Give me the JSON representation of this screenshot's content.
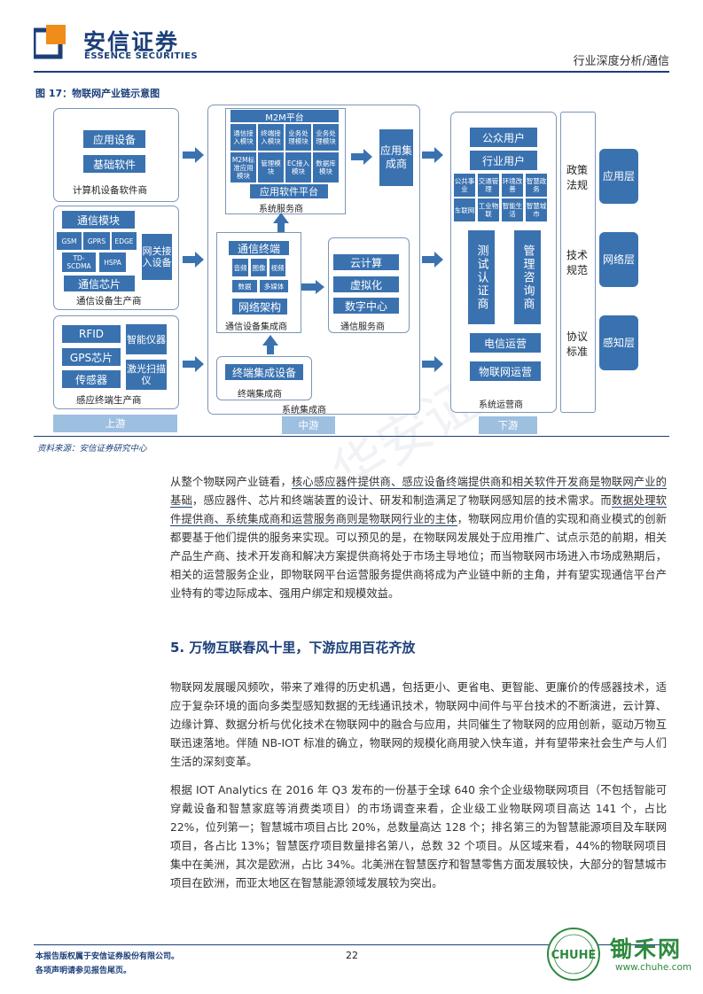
{
  "header": {
    "logo_cn": "安信证券",
    "logo_en": "ESSENCE SECURITIES",
    "category": "行业深度分析/通信"
  },
  "figure": {
    "title": "图 17：物联网产业链示意图",
    "source": "资料来源：安信证券研究中心",
    "upstream": {
      "software_items": [
        "应用设备",
        "基础软件"
      ],
      "software_caption": "计算机设备软件商",
      "comm_module": "通信模块",
      "comm_protocols": [
        "GSM",
        "GPRS",
        "EDGE",
        "TD-SCDMA",
        "HSPA"
      ],
      "comm_chip": "通信芯片",
      "gateway": "网关接入设备",
      "comm_caption": "通信设备生产商",
      "sensing_items": [
        "RFID",
        "GPS芯片",
        "传感器",
        "智能仪器",
        "激光扫描仪"
      ],
      "sensing_caption": "感应终端生产商",
      "stage": "上游"
    },
    "midstream": {
      "m2m_title": "M2M平台",
      "m2m_cells": [
        "通信接入模块",
        "终端接入模块",
        "业务处理模块",
        "业务处理模块",
        "M2M标准应用模块",
        "管理模块",
        "EC接入模块",
        "数据库模块"
      ],
      "app_platform": "应用软件平台",
      "system_service_caption": "系统服务商",
      "app_integration": "应用集成商",
      "comm_terminal": "通信终端",
      "terminal_cells": [
        "音频",
        "图像",
        "视频",
        "数据",
        "多媒体"
      ],
      "network_arch": "网络架构",
      "comm_equip_caption": "通信设备集成商",
      "cloud_items": [
        "云计算",
        "虚拟化",
        "数字中心"
      ],
      "comm_service_caption": "通信服务商",
      "terminal_integration": "终端集成设备",
      "terminal_caption": "终端集成商",
      "system_integration_caption": "系统集成商",
      "stage": "中游"
    },
    "downstream": {
      "public_users": "公众用户",
      "industry_users": "行业用户",
      "industry_cells": [
        "公共事业",
        "交通管理",
        "环境改善",
        "智慧政务",
        "车联网",
        "工业物联",
        "智能生活",
        "智慧城市"
      ],
      "test_cert": "测试认证商",
      "mgmt_consult": "管理咨询商",
      "telecom_op": "电信运营",
      "iot_op": "物联网运营",
      "caption": "系统运营商",
      "stage": "下游"
    },
    "standards": [
      "政策法规",
      "技术规范",
      "协议标准"
    ],
    "layers": [
      "应用层",
      "网络层",
      "感知层"
    ]
  },
  "paragraph1": {
    "p1a": "从整个物联网产业链看，",
    "p1b": "核心感应器件提供商、感应设备终端提供商和相关软件开发商是物联网产业的基础",
    "p1c": "，感应器件、芯片和终端装置的设计、研发和制造满足了物联网感知层的技术需求。而",
    "p1d": "数据处理软件提供商、系统集成商和运营服务商则是物联网行业的主体",
    "p1e": "，物联网应用价值的实现和商业模式的创新都要基于他们提供的服务来实现。可以预见的是，在物联网发展处于应用推广、试点示范的前期，相关产品生产商、技术开发商和解决方案提供商将处于市场主导地位；而当物联网市场进入市场成熟期后，相关的运营服务企业，即物联网平台运营服务提供商将成为产业链中新的主角，并有望实现通信平台产业特有的零边际成本、强用户绑定和规模效益。"
  },
  "section_title": "5. 万物互联春风十里，下游应用百花齐放",
  "paragraph2": "物联网发展暖风频吹，带来了难得的历史机遇，包括更小、更省电、更智能、更廉价的传感器技术，适应于复杂环境的面向多类型感知数据的无线通讯技术，物联网中间件与平台技术的不断演进，云计算、边缘计算、数据分析与优化技术在物联网中的融合与应用，共同催生了物联网的应用创新，驱动万物互联迅速落地。伴随 NB-IOT 标准的确立，物联网的规模化商用驶入快车道，并有望带来社会生产与人们生活的深刻变革。",
  "paragraph3": "根据 IOT Analytics 在 2016 年 Q3 发布的一份基于全球 640 余个企业级物联网项目（不包括智能可穿戴设备和智慧家庭等消费类项目）的市场调查来看，企业级工业物联网项目高达 141 个，占比 22%，位列第一；智慧城市项目占比 20%，总数量高达 128 个；排名第三的为智慧能源项目及车联网项目，各占比 13%；智慧医疗项目数量排名第八，总数 32 个项目。从区域来看，44%的物联网项目集中在美洲，其次是欧洲，占比 34%。北美洲在智慧医疗和智慧零售方面发展较快，大部分的智慧城市项目在欧洲，而亚太地区在智慧能源领域发展较为突出。",
  "footer": {
    "line1": "本报告版权属于安信证券股份有限公司。",
    "line2": "各项声明请参见报告尾页。",
    "page": "22",
    "wm_cn": "锄禾网",
    "wm_url": "www.chuhe.com",
    "badge_text": "CHUHE"
  },
  "watermark": "华安证券"
}
